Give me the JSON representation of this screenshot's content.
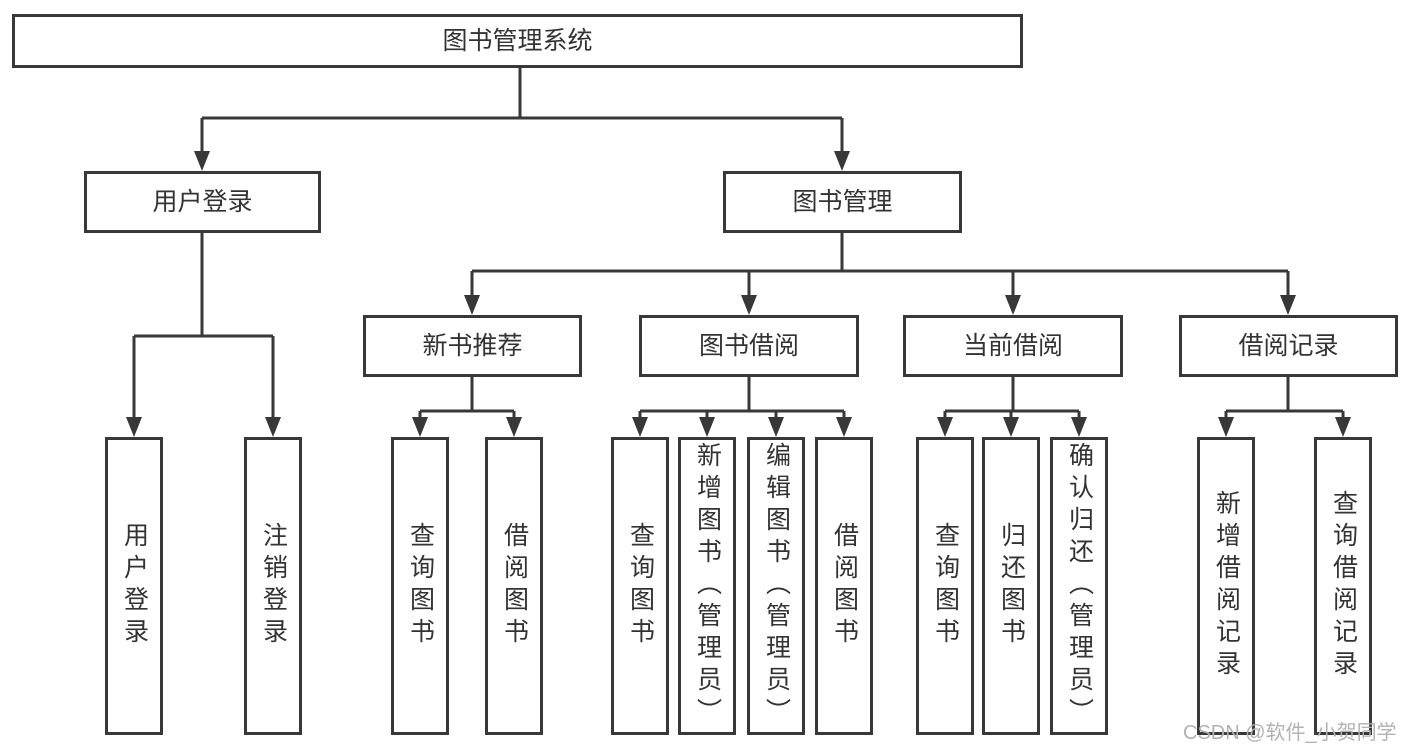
{
  "diagram_type": "hierarchy-tree",
  "colors": {
    "background": "#ffffff",
    "line": "#383838",
    "box_border": "#383838",
    "text": "#333333",
    "watermark": "#b2b2b2"
  },
  "tree": {
    "label": "图书管理系统",
    "children": [
      {
        "label": "用户登录",
        "children": [
          {
            "label": "用户登录"
          },
          {
            "label": "注销登录"
          }
        ]
      },
      {
        "label": "图书管理",
        "children": [
          {
            "label": "新书推荐",
            "children": [
              {
                "label": "查询图书"
              },
              {
                "label": "借阅图书"
              }
            ]
          },
          {
            "label": "图书借阅",
            "children": [
              {
                "label": "查询图书"
              },
              {
                "label": "新增图书（管理员）"
              },
              {
                "label": "编辑图书（管理员）"
              },
              {
                "label": "借阅图书"
              }
            ]
          },
          {
            "label": "当前借阅",
            "children": [
              {
                "label": "查询图书"
              },
              {
                "label": "归还图书"
              },
              {
                "label": "确认归还（管理员）"
              }
            ]
          },
          {
            "label": "借阅记录",
            "children": [
              {
                "label": "新增借阅记录"
              },
              {
                "label": "查询借阅记录"
              }
            ]
          }
        ]
      }
    ]
  },
  "watermark": {
    "text": "CSDN @软件_小贺同学"
  }
}
